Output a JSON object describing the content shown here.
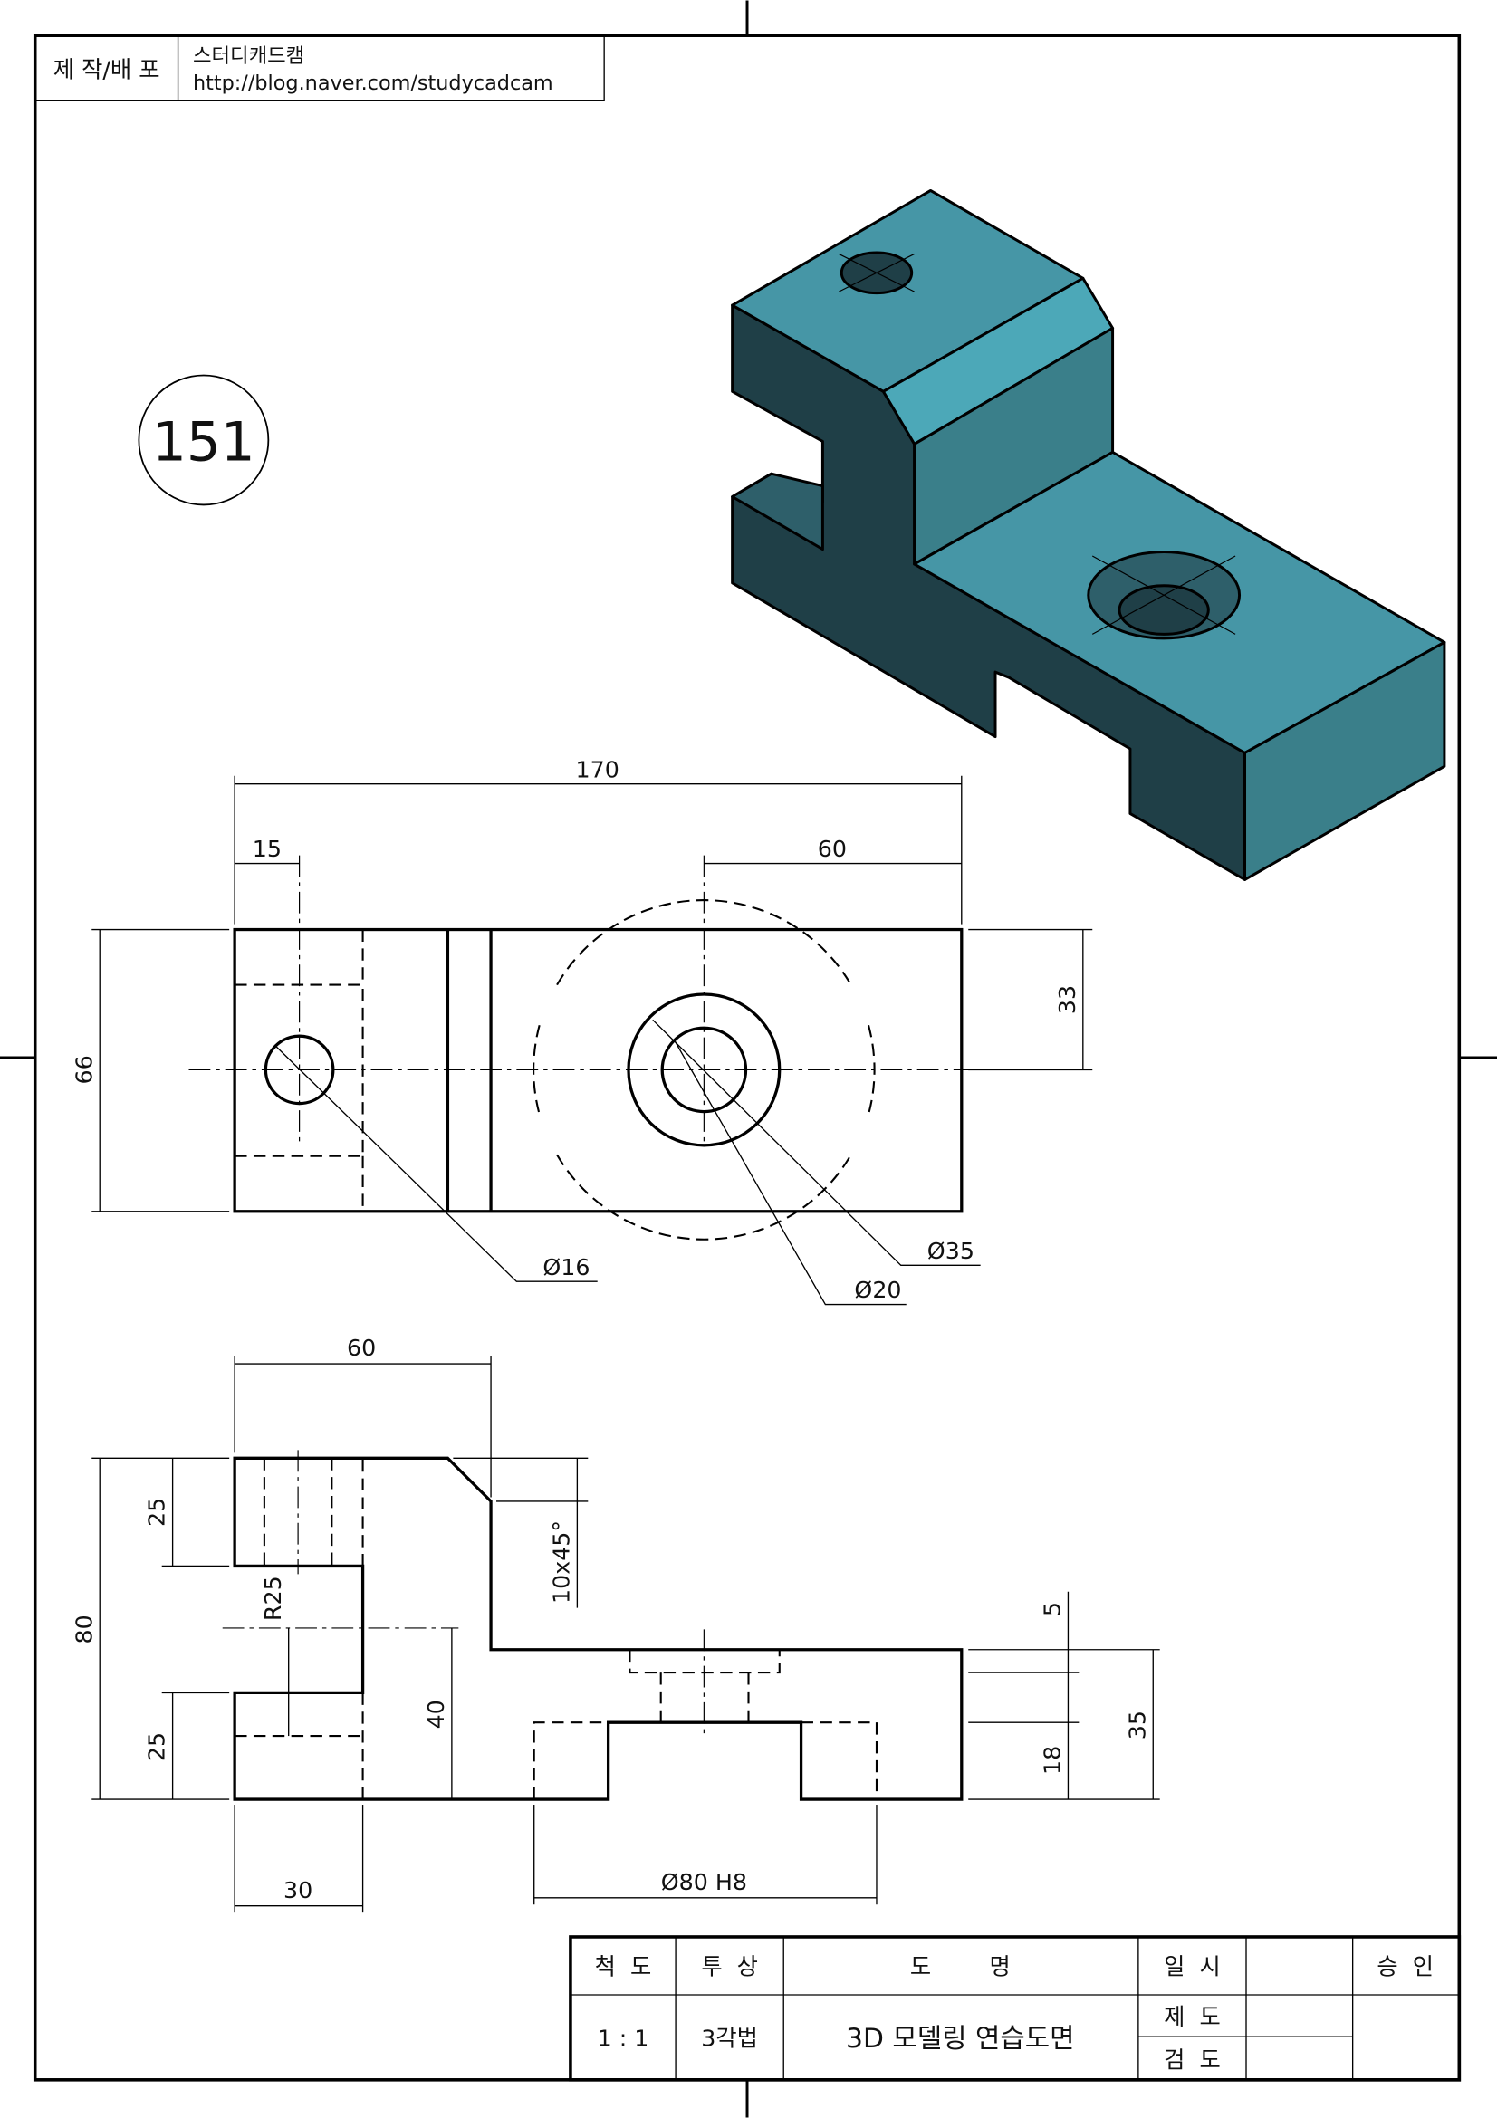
{
  "header": {
    "label": "제 작/배 포",
    "company": "스터디캐드캠",
    "url": "http://blog.naver.com/studycadcam"
  },
  "drawing_number": "151",
  "colors": {
    "face_top": "#4696a6",
    "face_side": "#3a7f8a",
    "face_dark": "#1f3f47",
    "chamfer": "#4ca8b8"
  },
  "dimensions": {
    "top_view": {
      "overall_length": "170",
      "left_offset": "15",
      "right_offset": "60",
      "half_width": "33",
      "width": "66",
      "hole_small": "Ø16",
      "hole_outer": "Ø35",
      "hole_inner": "Ø20"
    },
    "front_view": {
      "upper_width": "60",
      "height": "80",
      "upper_slot": "25",
      "lower_slot": "25",
      "radius": "R25",
      "center_height": "40",
      "chamfer": "10x45°",
      "counterbore_depth": "5",
      "base_height": "35",
      "bore_height": "18",
      "slot_depth": "30",
      "bore_diameter": "Ø80 H8"
    }
  },
  "title_block": {
    "scale_label": "척  도",
    "scale_value": "1 : 1",
    "projection_label": "투  상",
    "projection_value": "3각법",
    "name_label": "도        명",
    "name_value": "3D 모델링 연습도면",
    "date_label": "일  시",
    "drawn_label": "제  도",
    "checked_label": "검  도",
    "approval_label": "승  인"
  }
}
